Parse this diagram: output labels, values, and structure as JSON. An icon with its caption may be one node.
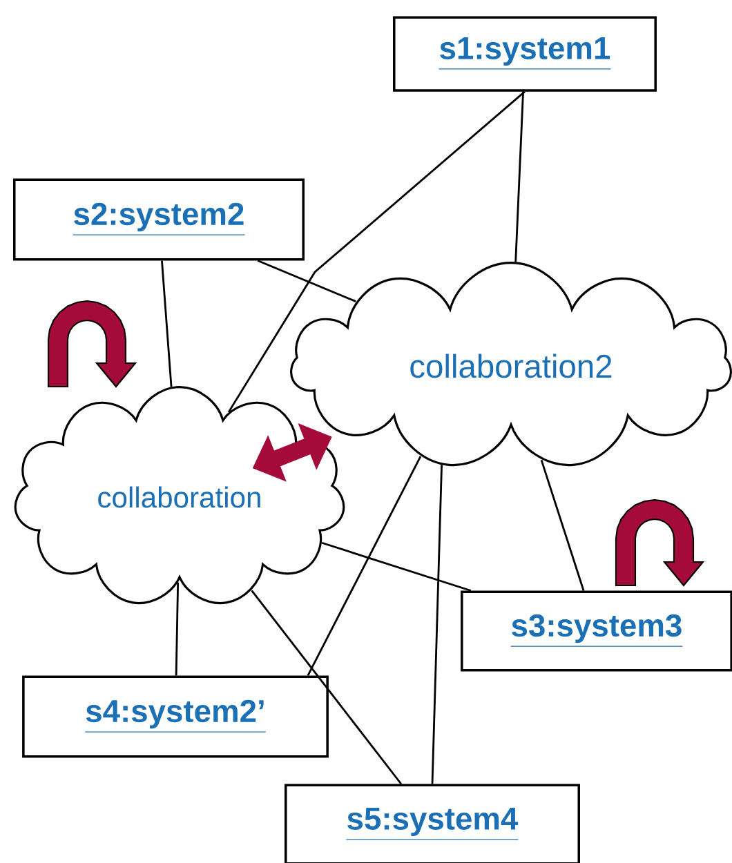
{
  "diagram": {
    "nodes": [
      {
        "text": [
          "s1:system1"
        ]
      },
      {
        "text": [
          "s2:system2"
        ]
      },
      {
        "text": [
          "collaboration"
        ]
      },
      {
        "text": [
          "collaboration2"
        ]
      },
      {
        "text": [
          "s3:system3"
        ]
      },
      {
        "text": [
          "s4:system2’"
        ]
      },
      {
        "text": [
          "s5:system4"
        ]
      }
    ],
    "edges": [
      {
        "from": 0,
        "to": 3,
        "arrow": "none"
      },
      {
        "from": 0,
        "to": 2,
        "arrow": "none"
      },
      {
        "from": 1,
        "to": 2,
        "arrow": "none"
      },
      {
        "from": 1,
        "to": 3,
        "arrow": "none"
      },
      {
        "from": 2,
        "to": 3,
        "arrow": "both",
        "style": "thick",
        "color": "#a50b3a"
      },
      {
        "from": 2,
        "to": 5,
        "arrow": "none"
      },
      {
        "from": 3,
        "to": 5,
        "arrow": "none"
      },
      {
        "from": 2,
        "to": 6,
        "arrow": "none"
      },
      {
        "from": 3,
        "to": 6,
        "arrow": "none"
      },
      {
        "from": 2,
        "to": 4,
        "arrow": "none"
      },
      {
        "from": 3,
        "to": 4,
        "arrow": "none"
      }
    ]
  }
}
